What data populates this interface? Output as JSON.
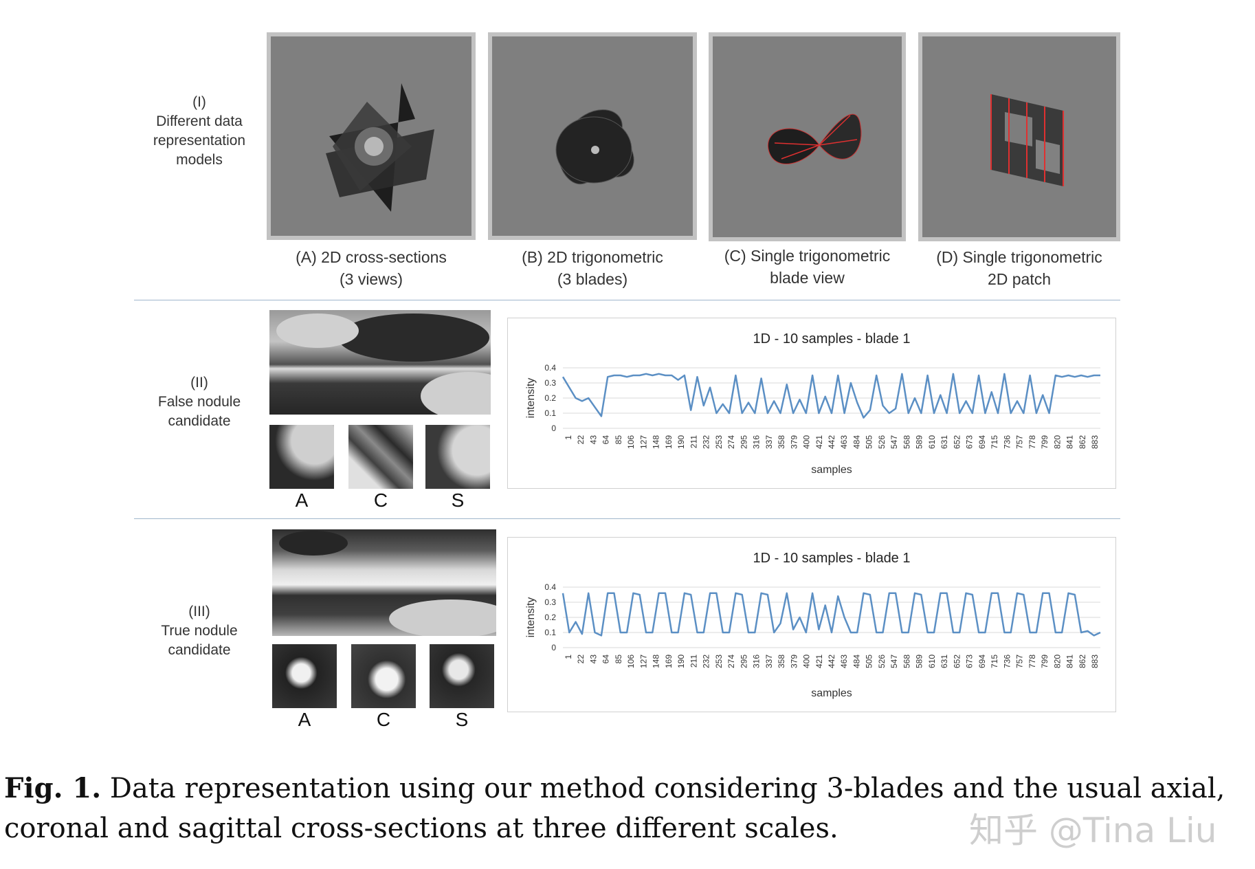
{
  "rows": [
    {
      "label": "(I)\nDifferent data\nrepresentation\nmodels"
    },
    {
      "label": "(II)\nFalse nodule\ncandidate"
    },
    {
      "label": "(III)\nTrue nodule\ncandidate"
    }
  ],
  "panels": [
    {
      "caption": "(A) 2D cross-sections\n(3 views)"
    },
    {
      "caption": "(B) 2D trigonometric\n(3 blades)"
    },
    {
      "caption": "(C) Single trigonometric\nblade view"
    },
    {
      "caption": "(D) Single trigonometric\n2D patch"
    }
  ],
  "view_letters": [
    "A",
    "C",
    "S"
  ],
  "colors": {
    "series": "#5b8fc4",
    "panel_bg": "#7f7f7f",
    "separator": "#9fb6cc"
  },
  "chart_data": [
    {
      "type": "line",
      "title": "1D - 10 samples - blade 1",
      "xlabel": "samples",
      "ylabel": "intensity",
      "ylim": [
        0,
        0.4
      ],
      "yticks": [
        "0",
        "0.1",
        "0.2",
        "0.3",
        "0.4"
      ],
      "xticks": [
        "1",
        "22",
        "43",
        "64",
        "85",
        "106",
        "127",
        "148",
        "169",
        "190",
        "211",
        "232",
        "253",
        "274",
        "295",
        "316",
        "337",
        "358",
        "379",
        "400",
        "421",
        "442",
        "463",
        "484",
        "505",
        "526",
        "547",
        "568",
        "589",
        "610",
        "631",
        "652",
        "673",
        "694",
        "715",
        "736",
        "757",
        "778",
        "799",
        "820",
        "841",
        "862",
        "883"
      ],
      "grid": true,
      "series": [
        {
          "values": [
            0.34,
            0.27,
            0.2,
            0.18,
            0.2,
            0.14,
            0.08,
            0.34,
            0.35,
            0.35,
            0.34,
            0.35,
            0.35,
            0.36,
            0.35,
            0.36,
            0.35,
            0.35,
            0.32,
            0.35,
            0.12,
            0.34,
            0.15,
            0.27,
            0.1,
            0.16,
            0.1,
            0.35,
            0.1,
            0.17,
            0.1,
            0.33,
            0.1,
            0.18,
            0.1,
            0.29,
            0.1,
            0.19,
            0.1,
            0.35,
            0.1,
            0.21,
            0.1,
            0.35,
            0.1,
            0.3,
            0.17,
            0.07,
            0.12,
            0.35,
            0.15,
            0.1,
            0.13,
            0.36,
            0.1,
            0.2,
            0.1,
            0.35,
            0.1,
            0.22,
            0.1,
            0.36,
            0.1,
            0.18,
            0.1,
            0.35,
            0.1,
            0.24,
            0.1,
            0.36,
            0.1,
            0.18,
            0.1,
            0.35,
            0.1,
            0.22,
            0.1,
            0.35,
            0.34,
            0.35,
            0.34,
            0.35,
            0.34,
            0.35,
            0.35
          ]
        }
      ]
    },
    {
      "type": "line",
      "title": "1D - 10 samples - blade 1",
      "xlabel": "samples",
      "ylabel": "intensity",
      "ylim": [
        0,
        0.4
      ],
      "yticks": [
        "0",
        "0.1",
        "0.2",
        "0.3",
        "0.4"
      ],
      "xticks": [
        "1",
        "22",
        "43",
        "64",
        "85",
        "106",
        "127",
        "148",
        "169",
        "190",
        "211",
        "232",
        "253",
        "274",
        "295",
        "316",
        "337",
        "358",
        "379",
        "400",
        "421",
        "442",
        "463",
        "484",
        "505",
        "526",
        "547",
        "568",
        "589",
        "610",
        "631",
        "652",
        "673",
        "694",
        "715",
        "736",
        "757",
        "778",
        "799",
        "820",
        "841",
        "862",
        "883"
      ],
      "grid": true,
      "series": [
        {
          "values": [
            0.36,
            0.1,
            0.17,
            0.09,
            0.36,
            0.1,
            0.08,
            0.36,
            0.36,
            0.1,
            0.1,
            0.36,
            0.35,
            0.1,
            0.1,
            0.36,
            0.36,
            0.1,
            0.1,
            0.36,
            0.35,
            0.1,
            0.1,
            0.36,
            0.36,
            0.1,
            0.1,
            0.36,
            0.35,
            0.1,
            0.1,
            0.36,
            0.35,
            0.1,
            0.16,
            0.36,
            0.12,
            0.2,
            0.1,
            0.36,
            0.12,
            0.28,
            0.1,
            0.34,
            0.2,
            0.1,
            0.1,
            0.36,
            0.35,
            0.1,
            0.1,
            0.36,
            0.36,
            0.1,
            0.1,
            0.36,
            0.35,
            0.1,
            0.1,
            0.36,
            0.36,
            0.1,
            0.1,
            0.36,
            0.35,
            0.1,
            0.1,
            0.36,
            0.36,
            0.1,
            0.1,
            0.36,
            0.35,
            0.1,
            0.1,
            0.36,
            0.36,
            0.1,
            0.1,
            0.36,
            0.35,
            0.1,
            0.11,
            0.08,
            0.1
          ]
        }
      ]
    }
  ],
  "figure_caption": {
    "label": "Fig. 1.",
    "text": " Data representation using our method considering 3-blades and the usual axial, coronal and sagittal cross-sections at three different scales."
  },
  "watermark": "知乎 @Tina Liu"
}
